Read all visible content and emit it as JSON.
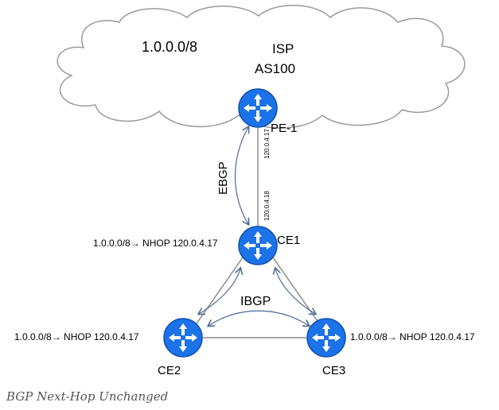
{
  "cloud": {
    "network": "1.0.0.0/8",
    "isp_line1": "ISP",
    "isp_line2": "AS100"
  },
  "routers": {
    "pe1": {
      "name": "PE-1"
    },
    "ce1": {
      "name": "CE1",
      "route": "1.0.0.0/8→ NHOP 120.0.4.17"
    },
    "ce2": {
      "name": "CE2",
      "route": "1.0.0.0/8→ NHOP 120.0.4.17"
    },
    "ce3": {
      "name": "CE3",
      "route": "1.0.0.0/8→ NHOP 120.0.4.17"
    }
  },
  "links": {
    "pe1_ip": "120.0.4.17",
    "ce1_ip": "120.0.4.18"
  },
  "sessions": {
    "ebgp": "EBGP",
    "ibgp": "IBGP"
  },
  "caption": "BGP Next-Hop Unchanged",
  "colors": {
    "router": "#1c72e8",
    "router_edge": "#0e4fae",
    "link": "#8c8c8c",
    "arrow": "#4a6b93",
    "cloud_edge": "#9a9a9a"
  }
}
